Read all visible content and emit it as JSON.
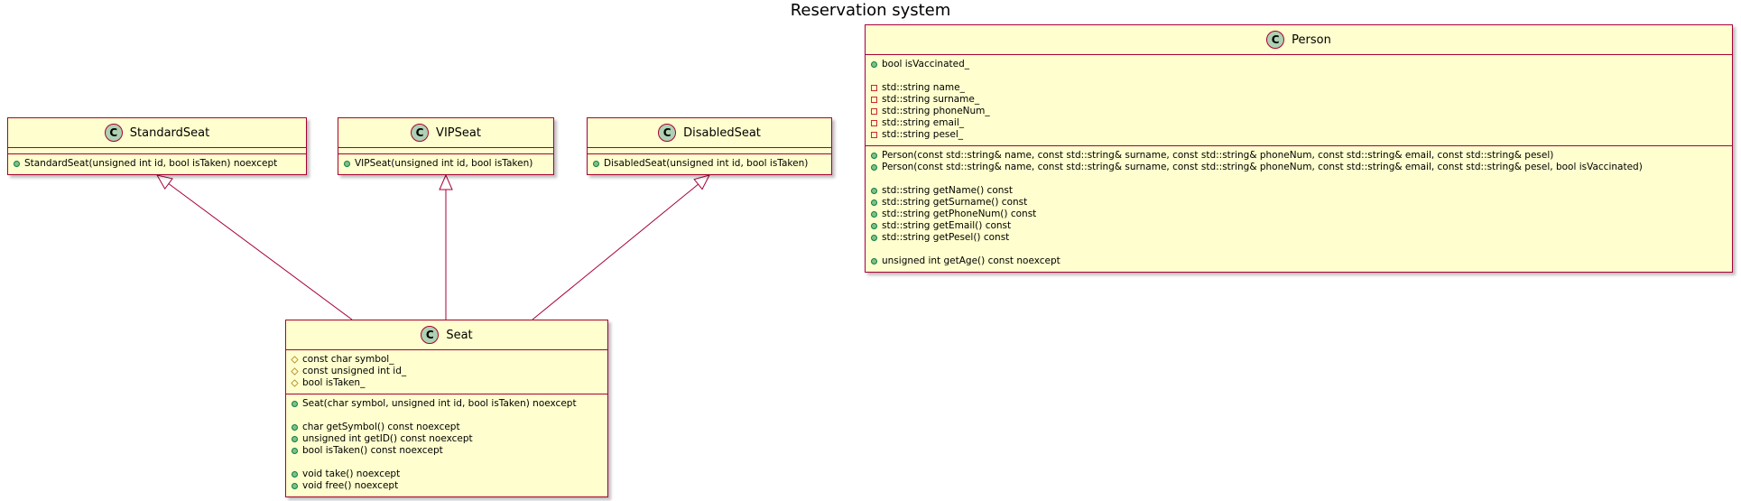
{
  "title": "Reservation system",
  "class_icon_letter": "C",
  "colors": {
    "class_fill": "#FEFECE",
    "border": "#A80036",
    "icon_fill": "#ADD1B2",
    "public": "#84BE84",
    "private": "#C82930",
    "protected": "#B38D22"
  },
  "classes": {
    "standard_seat": {
      "name": "StandardSeat",
      "fields": [],
      "methods": [
        {
          "vis": "public",
          "text": "StandardSeat(unsigned int id, bool isTaken) noexcept"
        }
      ]
    },
    "vip_seat": {
      "name": "VIPSeat",
      "fields": [],
      "methods": [
        {
          "vis": "public",
          "text": "VIPSeat(unsigned int id, bool isTaken)"
        }
      ]
    },
    "disabled_seat": {
      "name": "DisabledSeat",
      "fields": [],
      "methods": [
        {
          "vis": "public",
          "text": "DisabledSeat(unsigned int id, bool isTaken)"
        }
      ]
    },
    "seat": {
      "name": "Seat",
      "fields": [
        {
          "vis": "protected",
          "text": "const char symbol_"
        },
        {
          "vis": "protected",
          "text": "const unsigned int id_"
        },
        {
          "vis": "protected",
          "text": "bool isTaken_"
        }
      ],
      "methods": [
        {
          "vis": "public",
          "text": "Seat(char symbol, unsigned int id, bool isTaken) noexcept"
        },
        {
          "vis": "gap",
          "text": ""
        },
        {
          "vis": "public",
          "text": "char getSymbol() const noexcept"
        },
        {
          "vis": "public",
          "text": "unsigned int getID() const noexcept"
        },
        {
          "vis": "public",
          "text": "bool isTaken() const noexcept"
        },
        {
          "vis": "gap",
          "text": ""
        },
        {
          "vis": "public",
          "text": "void take() noexcept"
        },
        {
          "vis": "public",
          "text": "void free() noexcept"
        }
      ]
    },
    "person": {
      "name": "Person",
      "fields": [
        {
          "vis": "public",
          "text": "bool isVaccinated_"
        },
        {
          "vis": "gap",
          "text": ""
        },
        {
          "vis": "private",
          "text": "std::string name_"
        },
        {
          "vis": "private",
          "text": "std::string surname_"
        },
        {
          "vis": "private",
          "text": "std::string phoneNum_"
        },
        {
          "vis": "private",
          "text": "std::string email_"
        },
        {
          "vis": "private",
          "text": "std::string pesel_"
        }
      ],
      "methods": [
        {
          "vis": "public",
          "text": "Person(const std::string& name, const std::string& surname, const std::string& phoneNum, const std::string& email, const std::string& pesel)"
        },
        {
          "vis": "public",
          "text": "Person(const std::string& name, const std::string& surname, const std::string& phoneNum, const std::string& email, const std::string& pesel, bool isVaccinated)"
        },
        {
          "vis": "gap",
          "text": ""
        },
        {
          "vis": "public",
          "text": "std::string getName() const"
        },
        {
          "vis": "public",
          "text": "std::string getSurname() const"
        },
        {
          "vis": "public",
          "text": "std::string getPhoneNum() const"
        },
        {
          "vis": "public",
          "text": "std::string getEmail() const"
        },
        {
          "vis": "public",
          "text": "std::string getPesel() const"
        },
        {
          "vis": "gap",
          "text": ""
        },
        {
          "vis": "public",
          "text": "unsigned int getAge() const noexcept"
        }
      ]
    }
  },
  "inheritance": [
    {
      "child": "seat",
      "parent": "standard_seat"
    },
    {
      "child": "seat",
      "parent": "vip_seat"
    },
    {
      "child": "seat",
      "parent": "disabled_seat"
    }
  ]
}
